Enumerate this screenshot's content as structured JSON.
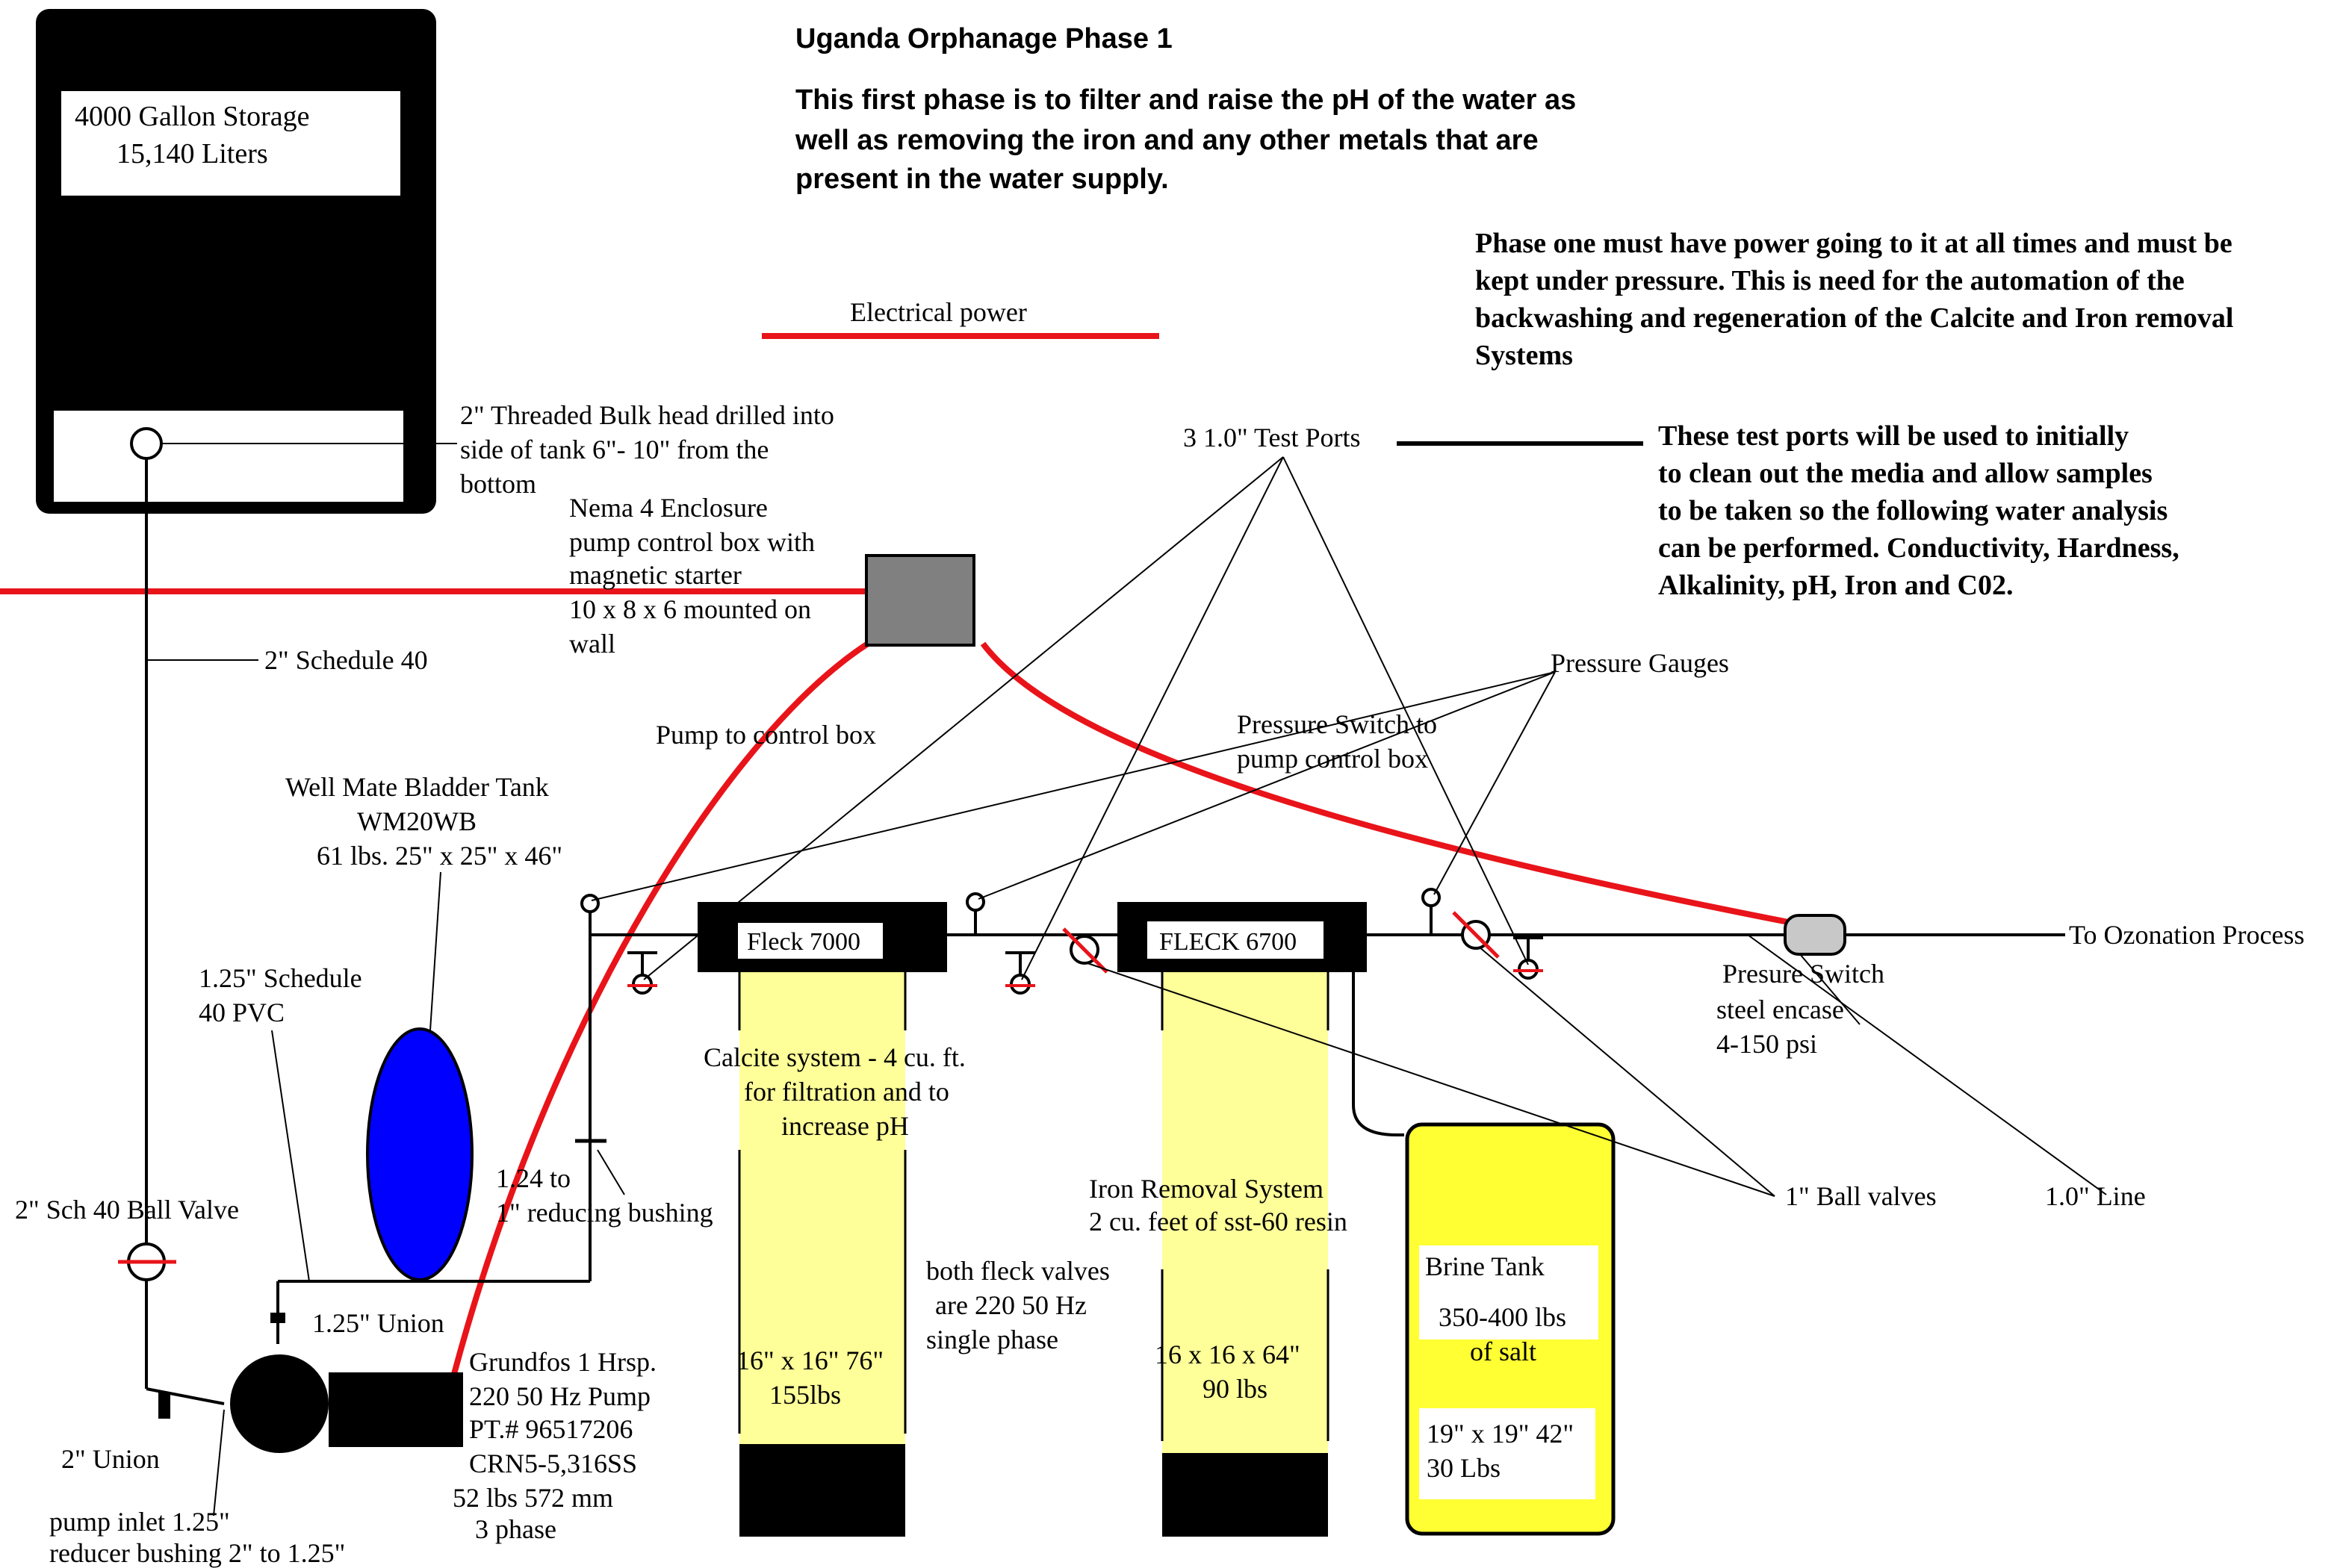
{
  "header": {
    "title": "Uganda Orphanage Phase 1",
    "intro_lines": [
      "This first phase is to filter and raise the pH of the water as",
      "well as removing the iron and any other metals that are",
      "present in the water supply."
    ]
  },
  "notes": {
    "power_lines": [
      "Phase one must have power going to it at all times and must be",
      "kept under pressure. This is need for the automation of the",
      "backwashing and regeneration of the Calcite and Iron removal",
      "Systems"
    ],
    "test_port_lines": [
      "These test ports will be used to initially",
      "to clean out the media and allow samples",
      "to be taken so the following water analysis",
      "can be performed. Conductivity, Hardness,",
      "Alkalinity, pH, Iron and C02."
    ]
  },
  "legend": {
    "electrical_power": "Electrical power",
    "electrical_color": "#e8141a"
  },
  "storage_tank": {
    "line1": "4000 Gallon Storage",
    "line2": "15,140 Liters"
  },
  "labels": {
    "bulkhead": [
      "2\" Threaded Bulk head drilled into",
      "side of tank 6\"- 10\" from the",
      "bottom"
    ],
    "nema": [
      "Nema 4 Enclosure",
      "pump control box with",
      "magnetic starter",
      "10 x 8 x 6 mounted on",
      "wall"
    ],
    "schedule40": "2\" Schedule 40",
    "pump_to_control": "Pump to control box",
    "bladder_tank": [
      "Well Mate Bladder Tank",
      "WM20WB",
      "61 lbs. 25\" x 25\" x 46\""
    ],
    "pvc": [
      "1.25\" Schedule",
      "40 PVC"
    ],
    "ball_valve_2in": "2\" Sch 40 Ball Valve",
    "reducing_bushing": [
      "1.24 to",
      "1\" reducing bushing"
    ],
    "union_125": "1.25\" Union",
    "union_2": "2\" Union",
    "pump_inlet": [
      "pump inlet 1.25\"",
      "reducer bushing 2\" to 1.25\""
    ],
    "grundfos": [
      "Grundfos 1 Hrsp.",
      "220 50 Hz Pump",
      "PT.# 96517206",
      "CRN5-5,316SS",
      "52 lbs 572 mm",
      "3 phase"
    ],
    "test_ports": "3   1.0\" Test Ports",
    "pressure_gauges": "Pressure Gauges",
    "pressure_switch_to": [
      "Pressure Switch to",
      "pump control box"
    ],
    "fleck_7000": "Fleck 7000",
    "fleck_6700": "FLECK 6700",
    "calcite": [
      "Calcite system - 4 cu. ft.",
      "for filtration and to",
      "increase pH"
    ],
    "calcite_size": [
      "16\" x 16\" 76\"",
      "155lbs"
    ],
    "fleck_valves": [
      "both fleck valves",
      "are 220 50 Hz",
      "single phase"
    ],
    "iron_removal": [
      "Iron Removal System",
      "2 cu. feet of sst-60 resin"
    ],
    "iron_size": [
      "16 x 16 x 64\"",
      "90 lbs"
    ],
    "brine_tank": "Brine Tank",
    "salt": [
      "350-400 lbs",
      "of salt"
    ],
    "brine_size": [
      "19\" x 19\" 42\"",
      "30 Lbs"
    ],
    "pressure_switch": [
      "Presure Switch",
      "steel encase",
      "4-150 psi"
    ],
    "ozonation": "To Ozonation Process",
    "ball_valves_1in": "1\" Ball valves",
    "line_1in": "1.0\" Line"
  },
  "colors": {
    "tank_yellow": "#ffff99",
    "brine_yellow": "#ffff33",
    "bladder_blue": "#0000ff",
    "control_box_gray": "#808080",
    "switch_gray": "#c8c8c8"
  }
}
